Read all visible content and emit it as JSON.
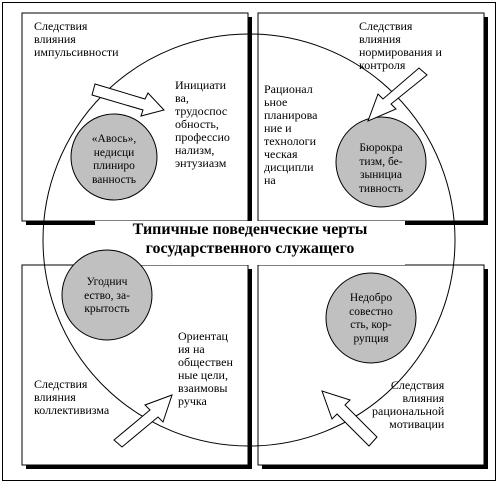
{
  "center_title": "Типичные поведенческие черты\nгосударственного служащего",
  "quadrants": {
    "top_left": {
      "label": "Следствия\nвлияния\nимпульсивности",
      "traits": "Инициати\nва,\nтрудоспос\nобность,\nпрофессио\nнализм,\nэнтузиазм",
      "circle": "«Авось»,\nнедисци\nплиниро\nванность"
    },
    "top_right": {
      "label": "Следствия\nвлияния\nнормирования и\nконтроля",
      "traits": "Рационал\nьное\nпланирова\nние и\nтехнологи\nческая\nдисципли\nна",
      "circle": "Бюрокра\nтизм, бе-\nзынициа\nтивность"
    },
    "bottom_left": {
      "label": "Следствия\nвлияния\nколлективизма",
      "traits": "Ориентац\nия на\nобществен\nные цели,\nвзаимовы\nручка",
      "circle": "Угоднич\nество, за-\nкрытость"
    },
    "bottom_right": {
      "label": "Следствия\nвлияния\nрациональной\nмотивации",
      "circle": "Недобро\nсовестно\nсть, кор-\nрупция"
    }
  },
  "colors": {
    "circle_fill": "#c0c0c0",
    "stroke": "#000000",
    "background": "#ffffff"
  }
}
